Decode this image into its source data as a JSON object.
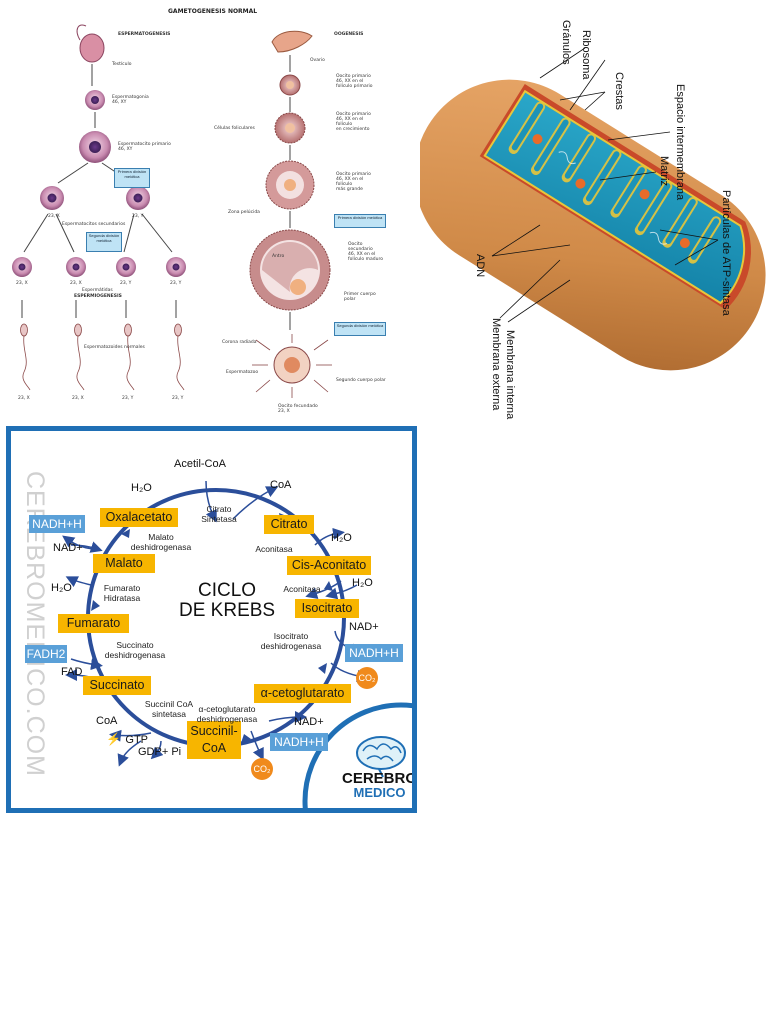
{
  "gametogenesis": {
    "title": "GAMETOGENESIS NORMAL",
    "spermato": {
      "header": "ESPERMATOGENESIS",
      "testiculo": "Testículo",
      "espermatogonia": "Espermatogonia\n46, XY",
      "primario": "Espermatocito primario\n46, XY",
      "primera": "Primera división meiótica",
      "x23a": "23, X",
      "y23a": "23, Y",
      "secundarios": "Espermatocitos secundarios",
      "segunda": "Segunda división meiótica",
      "x1": "23, X",
      "x2": "23, X",
      "y1": "23, Y",
      "y2": "23, Y",
      "espermatidas": "Espermátidas",
      "espermiogenesis": "ESPERMIOGENESIS",
      "normales": "Espermatozoides normales",
      "b1": "23, X",
      "b2": "23, X",
      "b3": "23, Y",
      "b4": "23, Y"
    },
    "oogen": {
      "header": "OOGENESIS",
      "ovario": "Ovario",
      "oocito1": "Oocito primario\n46, XX en el\nfolículo primario",
      "celulas": "Células foliculares",
      "oocito2": "Oocito primario\n46, XX en el\nfolículo\nen crecimiento",
      "oocito3": "Oocito primario\n46, XX en el\nfolículo\nmás grande",
      "zona": "Zona pelúcida",
      "primera": "Primera división meiótica",
      "antro": "Antro",
      "secundario": "Oocito\nsecundario\n46, XX en el\nfolículo maduro",
      "polar1": "Primer cuerpo\npolar",
      "segunda": "Segunda división meiótica",
      "corona": "Corona radiada",
      "esperm": "Espermatozoo",
      "polar2": "Segundo cuerpo polar",
      "fecundado": "Oocito fecundado\n23, X"
    }
  },
  "mitochondria": {
    "granulos": "Gránulos",
    "ribosoma": "Ribosoma",
    "crestas": "Crestas",
    "espacio": "Espacio intermembrana",
    "matriz": "Matriz",
    "particulas": "Partículas de ATP-sintasa",
    "adn": "ADN",
    "interna": "Membrana interna",
    "externa": "Membrana externa"
  },
  "krebs": {
    "title_line1": "CICLO",
    "title_line2": "DE KREBS",
    "watermark": "CEREBROMEDICO.COM",
    "acetil": "Acetil-CoA",
    "coa_top": "CoA",
    "h2o_top": "H₂O",
    "h2o_right1": "H₂O",
    "h2o_right2": "H₂O",
    "h2o_left": "H₂O",
    "boxes": {
      "oxalacetato": "Oxalacetato",
      "citrato": "Citrato",
      "cisaconitato": "Cis-Aconitato",
      "isocitrato": "Isocitrato",
      "cetoglutarato": "α-cetoglutarato",
      "succinilcoa_1": "Succinil-",
      "succinilcoa_2": "CoA",
      "succinato": "Succinato",
      "fumarato": "Fumarato",
      "malato": "Malato"
    },
    "enzymes": {
      "citrato_sint": "Citrato\nSintetasa",
      "malato_desh": "Malato\ndeshidrogenasa",
      "aconitasa1": "Aconitasa",
      "aconitasa2": "Aconitasa",
      "fumarato_hid": "Fumarato\nHidratasa",
      "isocitrato_desh": "Isocitrato\ndeshidrogenasa",
      "succinato_desh": "Succinato\ndeshidrogenasa",
      "succinil_sint": "Succinil CoA\nsintetasa",
      "cetoglut_desh": "α-cetoglutarato\ndeshidrogenasa"
    },
    "nadh_left": "NADH+H",
    "nad_left": "NAD+",
    "fadh2": "FADH2",
    "fad": "FAD",
    "coa_bottom": "CoA",
    "gtp": "GTP",
    "gdp": "GDP+ Pi",
    "nad_right": "NAD+",
    "nadh_right": "NADH+H",
    "co2_right": "CO₂",
    "nad_bottom": "NAD+",
    "nadh_bottom": "NADH+H",
    "co2_bottom": "CO₂",
    "logo_line1": "CEREBRO",
    "logo_line2": "MEDICO",
    "colors": {
      "frame": "#1f6fb5",
      "box": "#f7b500",
      "blue_label": "#5aa0d8",
      "co2": "#f08a1c",
      "arrow": "#2b4e9a"
    }
  }
}
